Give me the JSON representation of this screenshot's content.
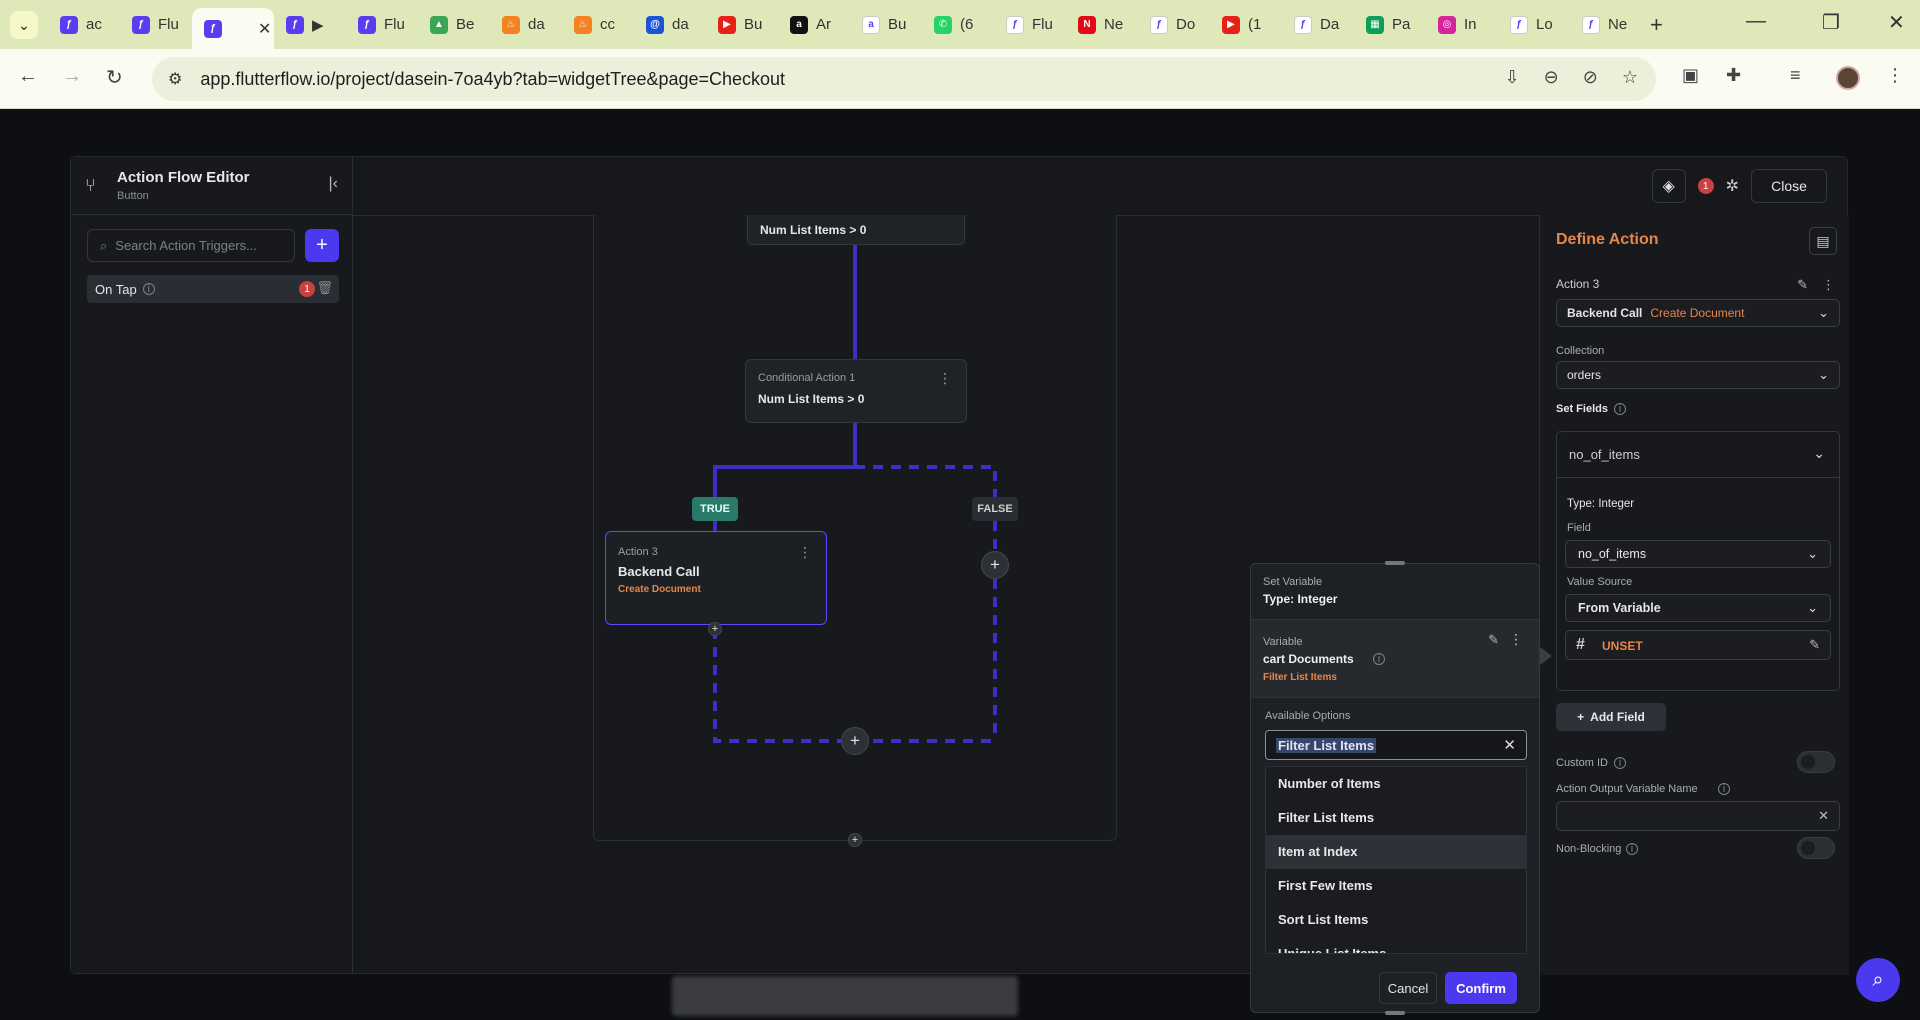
{
  "browser": {
    "tabs": [
      {
        "label": "ac",
        "icon": "flutterflow-icon",
        "color": "#5b3cf0"
      },
      {
        "label": "Flu",
        "icon": "flutterflow-icon",
        "color": "#5b3cf0"
      },
      {
        "label": "",
        "icon": "flutterflow-icon",
        "color": "#5b3cf0",
        "active": true
      },
      {
        "label": "▶",
        "icon": "flutterflow-icon",
        "color": "#5b3cf0"
      },
      {
        "label": "Flu",
        "icon": "flutterflow-icon",
        "color": "#5b3cf0"
      },
      {
        "label": "Be",
        "icon": "drive-icon",
        "color": "#3aa757"
      },
      {
        "label": "da",
        "icon": "firebase-icon",
        "color": "#f58220"
      },
      {
        "label": "cc",
        "icon": "firebase-icon",
        "color": "#f58220"
      },
      {
        "label": "da",
        "icon": "at-icon",
        "color": "#1a55d6"
      },
      {
        "label": "Bu",
        "icon": "youtube-icon",
        "color": "#e62117"
      },
      {
        "label": "Ar",
        "icon": "amazon-icon",
        "color": "#111111"
      },
      {
        "label": "Bu",
        "icon": "amazon-icon",
        "color": "#ffffff"
      },
      {
        "label": "(6",
        "icon": "whatsapp-icon",
        "color": "#25d366"
      },
      {
        "label": "Flu",
        "icon": "flutterflow-icon",
        "color": "#ffffff"
      },
      {
        "label": "Ne",
        "icon": "netflix-icon",
        "color": "#e50914"
      },
      {
        "label": "Do",
        "icon": "flutterflow-icon",
        "color": "#ffffff"
      },
      {
        "label": "(1",
        "icon": "youtube-icon",
        "color": "#e62117"
      },
      {
        "label": "Da",
        "icon": "flutterflow-icon",
        "color": "#ffffff"
      },
      {
        "label": "Pa",
        "icon": "sheets-icon",
        "color": "#0f9d58"
      },
      {
        "label": "In",
        "icon": "instagram-icon",
        "color": "#d6249f"
      },
      {
        "label": "Lo",
        "icon": "flutterflow-icon",
        "color": "#ffffff"
      },
      {
        "label": "Ne",
        "icon": "flutterflow-icon",
        "color": "#ffffff"
      }
    ],
    "url": "app.flutterflow.io/project/dasein-7oa4yb?tab=widgetTree&page=Checkout"
  },
  "left_panel": {
    "title": "Action Flow Editor",
    "subtitle": "Button",
    "search_placeholder": "Search Action Triggers...",
    "trigger_label": "On Tap",
    "trigger_badge": "1"
  },
  "topbar": {
    "badge": "1",
    "close_label": "Close"
  },
  "canvas": {
    "top_node_value": "Num List Items  >  0",
    "cond_label": "Conditional Action 1",
    "cond_value": "Num List Items  >  0",
    "true_label": "TRUE",
    "false_label": "FALSE",
    "action_label": "Action 3",
    "action_title": "Backend Call",
    "action_sub": "Create Document"
  },
  "popup": {
    "set_variable": "Set Variable",
    "type": "Type: Integer",
    "variable_label": "Variable",
    "variable_name": "cart Documents",
    "variable_sub": "Filter List Items",
    "available_options": "Available Options",
    "filter_value": "Filter List Items",
    "options": [
      "Number of Items",
      "Filter List Items",
      "Item at Index",
      "First Few Items",
      "Sort List Items",
      "Unique List Items"
    ],
    "highlighted_index": 2,
    "cancel_label": "Cancel",
    "confirm_label": "Confirm"
  },
  "right_panel": {
    "title": "Define Action",
    "action_label": "Action 3",
    "action_type": "Backend Call",
    "action_type_sub": "Create Document",
    "collection_label": "Collection",
    "collection_value": "orders",
    "set_fields_label": "Set Fields",
    "field_header": "no_of_items",
    "type_label": "Type: Integer",
    "field_label": "Field",
    "field_value": "no_of_items",
    "value_source_label": "Value Source",
    "value_source_value": "From Variable",
    "unset_label": "UNSET",
    "add_field_label": "Add Field",
    "custom_id_label": "Custom ID",
    "output_var_label": "Action Output Variable Name",
    "non_blocking_label": "Non-Blocking"
  },
  "colors": {
    "accent": "#4b39ef",
    "orange": "#e6864a",
    "true_chip": "#2a7a6b",
    "flow_line": "#3d2fc4"
  }
}
